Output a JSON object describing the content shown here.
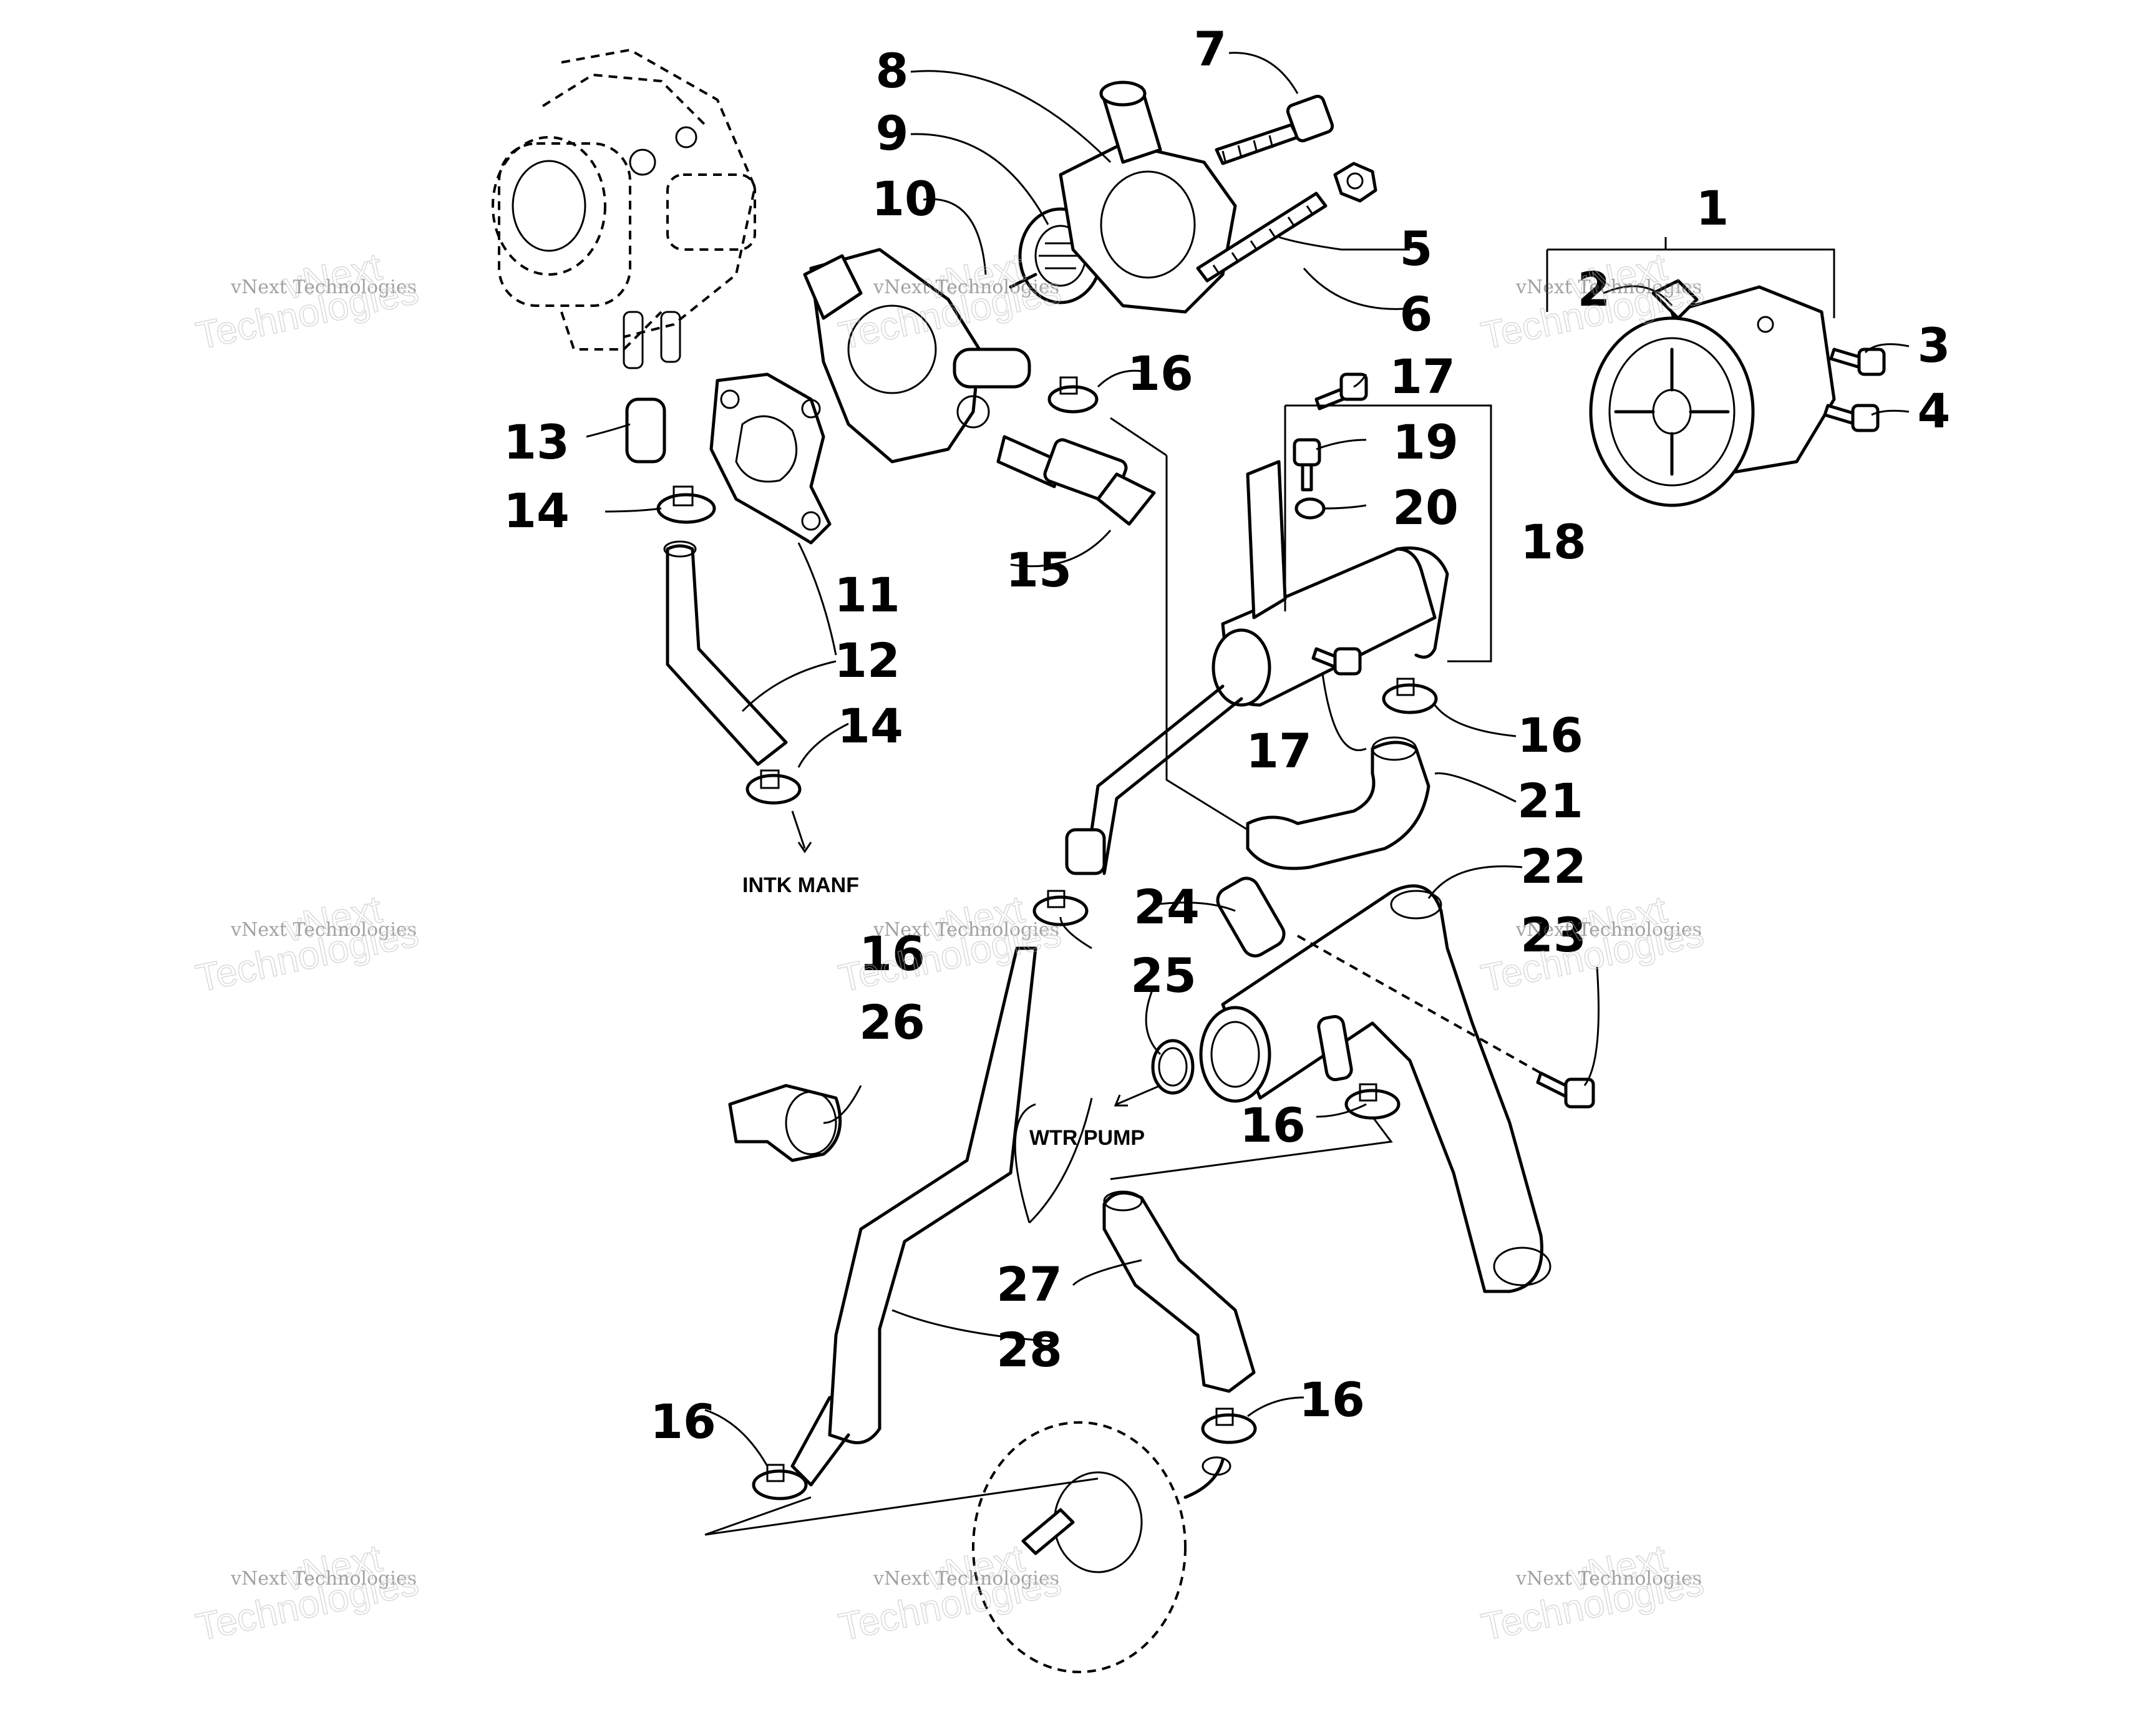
{
  "diagram": {
    "callouts": [
      {
        "key": "c1",
        "text": "1"
      },
      {
        "key": "c2",
        "text": "2"
      },
      {
        "key": "c3",
        "text": "3"
      },
      {
        "key": "c4",
        "text": "4"
      },
      {
        "key": "c5",
        "text": "5"
      },
      {
        "key": "c6",
        "text": "6"
      },
      {
        "key": "c7",
        "text": "7"
      },
      {
        "key": "c8",
        "text": "8"
      },
      {
        "key": "c9",
        "text": "9"
      },
      {
        "key": "c10",
        "text": "10"
      },
      {
        "key": "c11",
        "text": "11"
      },
      {
        "key": "c12",
        "text": "12"
      },
      {
        "key": "c13",
        "text": "13"
      },
      {
        "key": "c14a",
        "text": "14"
      },
      {
        "key": "c14b",
        "text": "14"
      },
      {
        "key": "c15",
        "text": "15"
      },
      {
        "key": "c16a",
        "text": "16"
      },
      {
        "key": "c16b",
        "text": "16"
      },
      {
        "key": "c16c",
        "text": "16"
      },
      {
        "key": "c16d",
        "text": "16"
      },
      {
        "key": "c16e",
        "text": "16"
      },
      {
        "key": "c16f",
        "text": "16"
      },
      {
        "key": "c17a",
        "text": "17"
      },
      {
        "key": "c17b",
        "text": "17"
      },
      {
        "key": "c18",
        "text": "18"
      },
      {
        "key": "c19",
        "text": "19"
      },
      {
        "key": "c20",
        "text": "20"
      },
      {
        "key": "c21",
        "text": "21"
      },
      {
        "key": "c22",
        "text": "22"
      },
      {
        "key": "c23",
        "text": "23"
      },
      {
        "key": "c24",
        "text": "24"
      },
      {
        "key": "c25",
        "text": "25"
      },
      {
        "key": "c26",
        "text": "26"
      },
      {
        "key": "c27",
        "text": "27"
      },
      {
        "key": "c28",
        "text": "28"
      }
    ],
    "notes": {
      "intake": "INTK MANF",
      "water_pump": "WTR PUMP"
    },
    "watermark": {
      "line1": "vNext",
      "line2": "vNext Technologies",
      "line3": "Technologies"
    }
  }
}
